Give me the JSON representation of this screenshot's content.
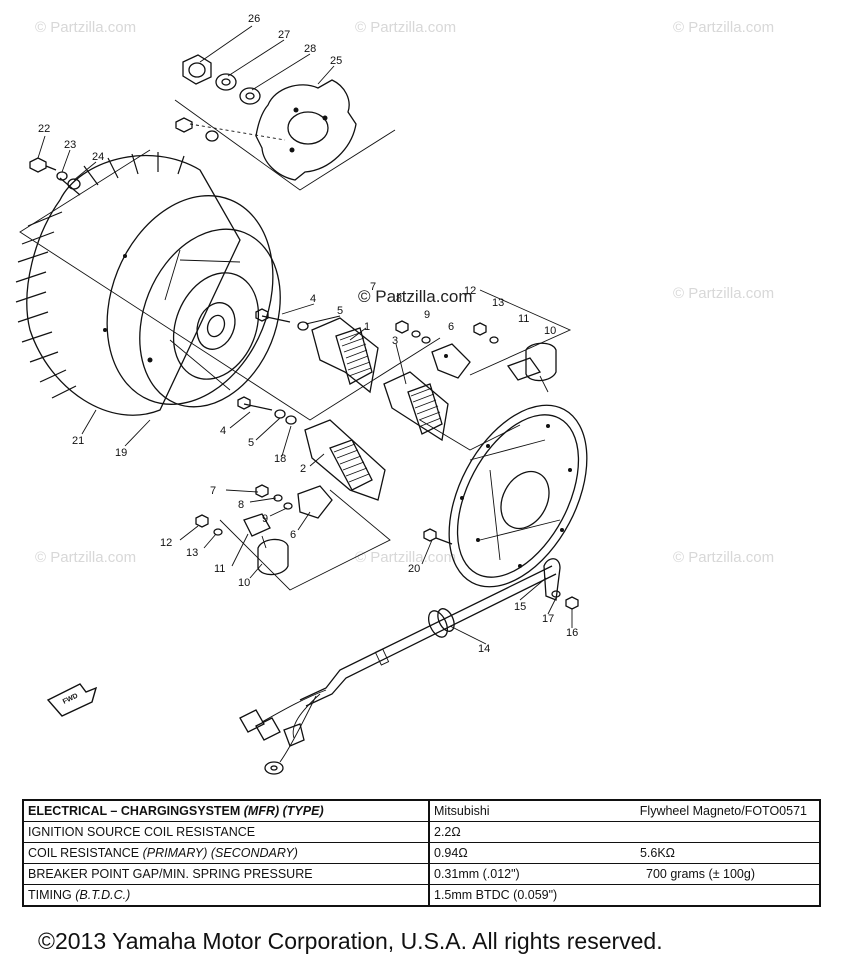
{
  "watermarks": {
    "text": "© Partzilla.com"
  },
  "callouts": {
    "c1": "1",
    "c2": "2",
    "c3": "3",
    "c4a": "4",
    "c4b": "4",
    "c5a": "5",
    "c5b": "5",
    "c6a": "6",
    "c6b": "6",
    "c7a": "7",
    "c7b": "7",
    "c8a": "8",
    "c8b": "8",
    "c9a": "9",
    "c9b": "9",
    "c10a": "10",
    "c10b": "10",
    "c11a": "11",
    "c11b": "11",
    "c12a": "12",
    "c12b": "12",
    "c13a": "13",
    "c13b": "13",
    "c14": "14",
    "c15": "15",
    "c16": "16",
    "c17": "17",
    "c18": "18",
    "c19": "19",
    "c20": "20",
    "c21": "21",
    "c22": "22",
    "c23": "23",
    "c24": "24",
    "c25": "25",
    "c26": "26",
    "c27": "27",
    "c28": "28"
  },
  "fwd_label": "FWD",
  "spec_table": {
    "rows": [
      {
        "label_a": "ELECTRICAL – CHARGINGSYSTEM ",
        "label_b": "(MFR) (TYPE)",
        "val1": "Mitsubishi",
        "val2": "Flywheel Magneto/FOTO0571"
      },
      {
        "label_a": "IGNITION SOURCE COIL RESISTANCE",
        "label_b": "",
        "val1": "2.2Ω",
        "val2": ""
      },
      {
        "label_a": "COIL RESISTANCE ",
        "label_b": "(PRIMARY) (SECONDARY)",
        "val1": "0.94Ω",
        "val2": "5.6KΩ"
      },
      {
        "label_a": "BREAKER POINT GAP/MIN. SPRING PRESSURE",
        "label_b": "",
        "val1": "0.31mm (.012\")",
        "val2": "700 grams (± 100g)"
      },
      {
        "label_a": "TIMING ",
        "label_b": "(B.T.D.C.)",
        "val1": "1.5mm BTDC (0.059\")",
        "val2": ""
      }
    ]
  },
  "copyright": "©2013  Yamaha Motor Corporation, U.S.A. All rights reserved."
}
